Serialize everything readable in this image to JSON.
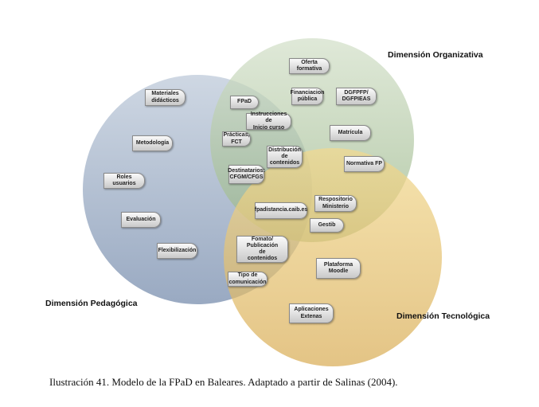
{
  "dimensions": {
    "organizativa": "Dimensión Organizativa",
    "pedagogica": "Dimensión Pedagógica",
    "tecnologica": "Dimensión Tecnológica"
  },
  "colors": {
    "pedagogica": "#9aabc4",
    "organizativa": "#a9c49b",
    "tecnologica": "#e9c46a"
  },
  "boxes": [
    "Materiales\ndidácticos",
    "Metodología",
    "Roles usuarios",
    "Evaluación",
    "Flexibilización",
    "FPaD",
    "Instrucciones de\nInicio curso",
    "Prácticas,\nFCT",
    "Distribución\nde\ncontenidos",
    "Destinatarios:\nCFGM/CFGS",
    "Oferta formativa",
    "Financiacion\npública",
    "DGFPFP/\nDGFPIEAS",
    "Matrícula",
    "Normativa FP",
    "Respositorio\nMinisterio",
    "Gestib",
    "fpadistancia.caib.es",
    "Fomato/\nPublicación\nde\ncontenidos",
    "Tipo de\ncomunicación",
    "Plataforma\nMoodle",
    "Aplicaciones\nExtenas"
  ],
  "caption": "Ilustración 41. Modelo de la FPaD en Baleares. Adaptado a partir de Salinas (2004)."
}
